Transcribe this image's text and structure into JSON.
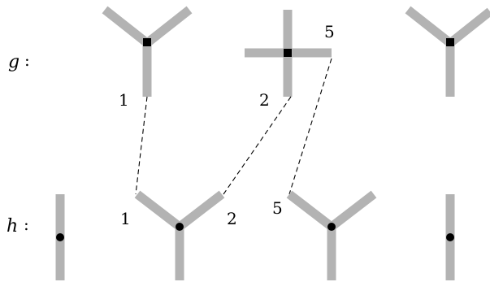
{
  "graphs": {
    "g": {
      "name": "g",
      "colon": ":",
      "vertex_shape": "square"
    },
    "h": {
      "name": "h",
      "colon": ":",
      "vertex_shape": "dot"
    }
  },
  "g_vertices": [
    {
      "type": "tripod",
      "labels": [
        "1"
      ]
    },
    {
      "type": "cross",
      "labels": [
        "2",
        "5"
      ]
    },
    {
      "type": "tripod",
      "labels": []
    }
  ],
  "h_vertices": [
    {
      "type": "segment",
      "labels": []
    },
    {
      "type": "tripod",
      "labels": [
        "1",
        "2"
      ]
    },
    {
      "type": "tripod",
      "labels": [
        "5"
      ]
    },
    {
      "type": "segment",
      "labels": []
    }
  ],
  "links": [
    {
      "from": "g.1",
      "to": "h.1"
    },
    {
      "from": "g.2",
      "to": "h.2"
    },
    {
      "from": "g.5",
      "to": "h.5"
    }
  ],
  "labels": {
    "g1": "1",
    "g2": "2",
    "g5": "5",
    "h1": "1",
    "h2": "2",
    "h5": "5"
  },
  "colors": {
    "edge": "#b3b3b3",
    "vertex": "#000000",
    "link": "#000000"
  }
}
